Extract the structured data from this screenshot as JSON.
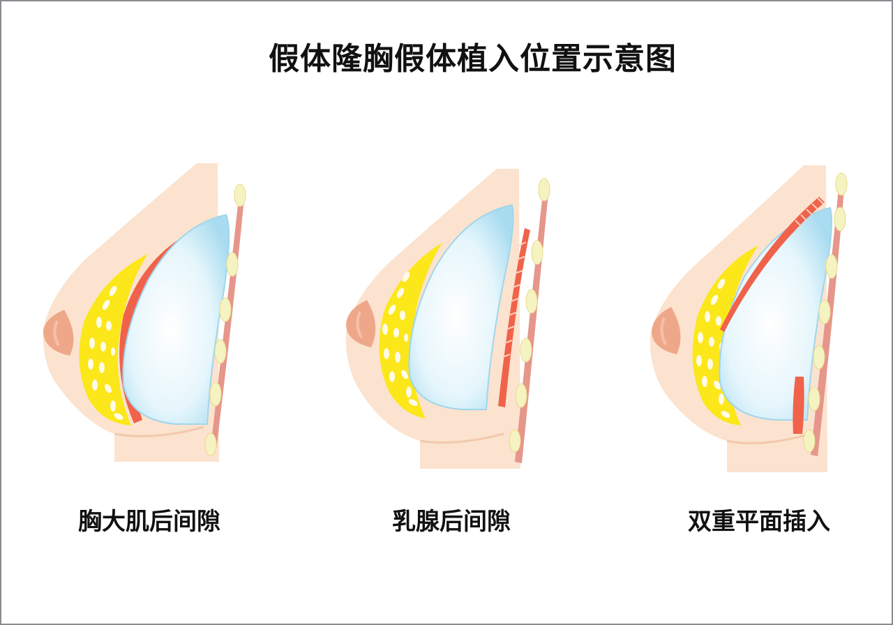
{
  "title": "假体隆胸假体植入位置示意图",
  "colors": {
    "skin": "#fbe3cf",
    "skin_edge": "#f5cfb2",
    "areola": "#efa78a",
    "fat": "#fbe71a",
    "fat_lobule": "#fffbe6",
    "muscle": "#f0624a",
    "implant": "#a9dcf0",
    "implant_center": "#ffffff",
    "rib": "#f6f3c2",
    "intercostal": "#e6968a",
    "frame_border": "#8a8a90"
  },
  "diagrams": [
    {
      "id": "submuscular",
      "caption": "胸大肌后间隙"
    },
    {
      "id": "subglandular",
      "caption": "乳腺后间隙"
    },
    {
      "id": "dual-plane",
      "caption": "双重平面插入"
    }
  ]
}
